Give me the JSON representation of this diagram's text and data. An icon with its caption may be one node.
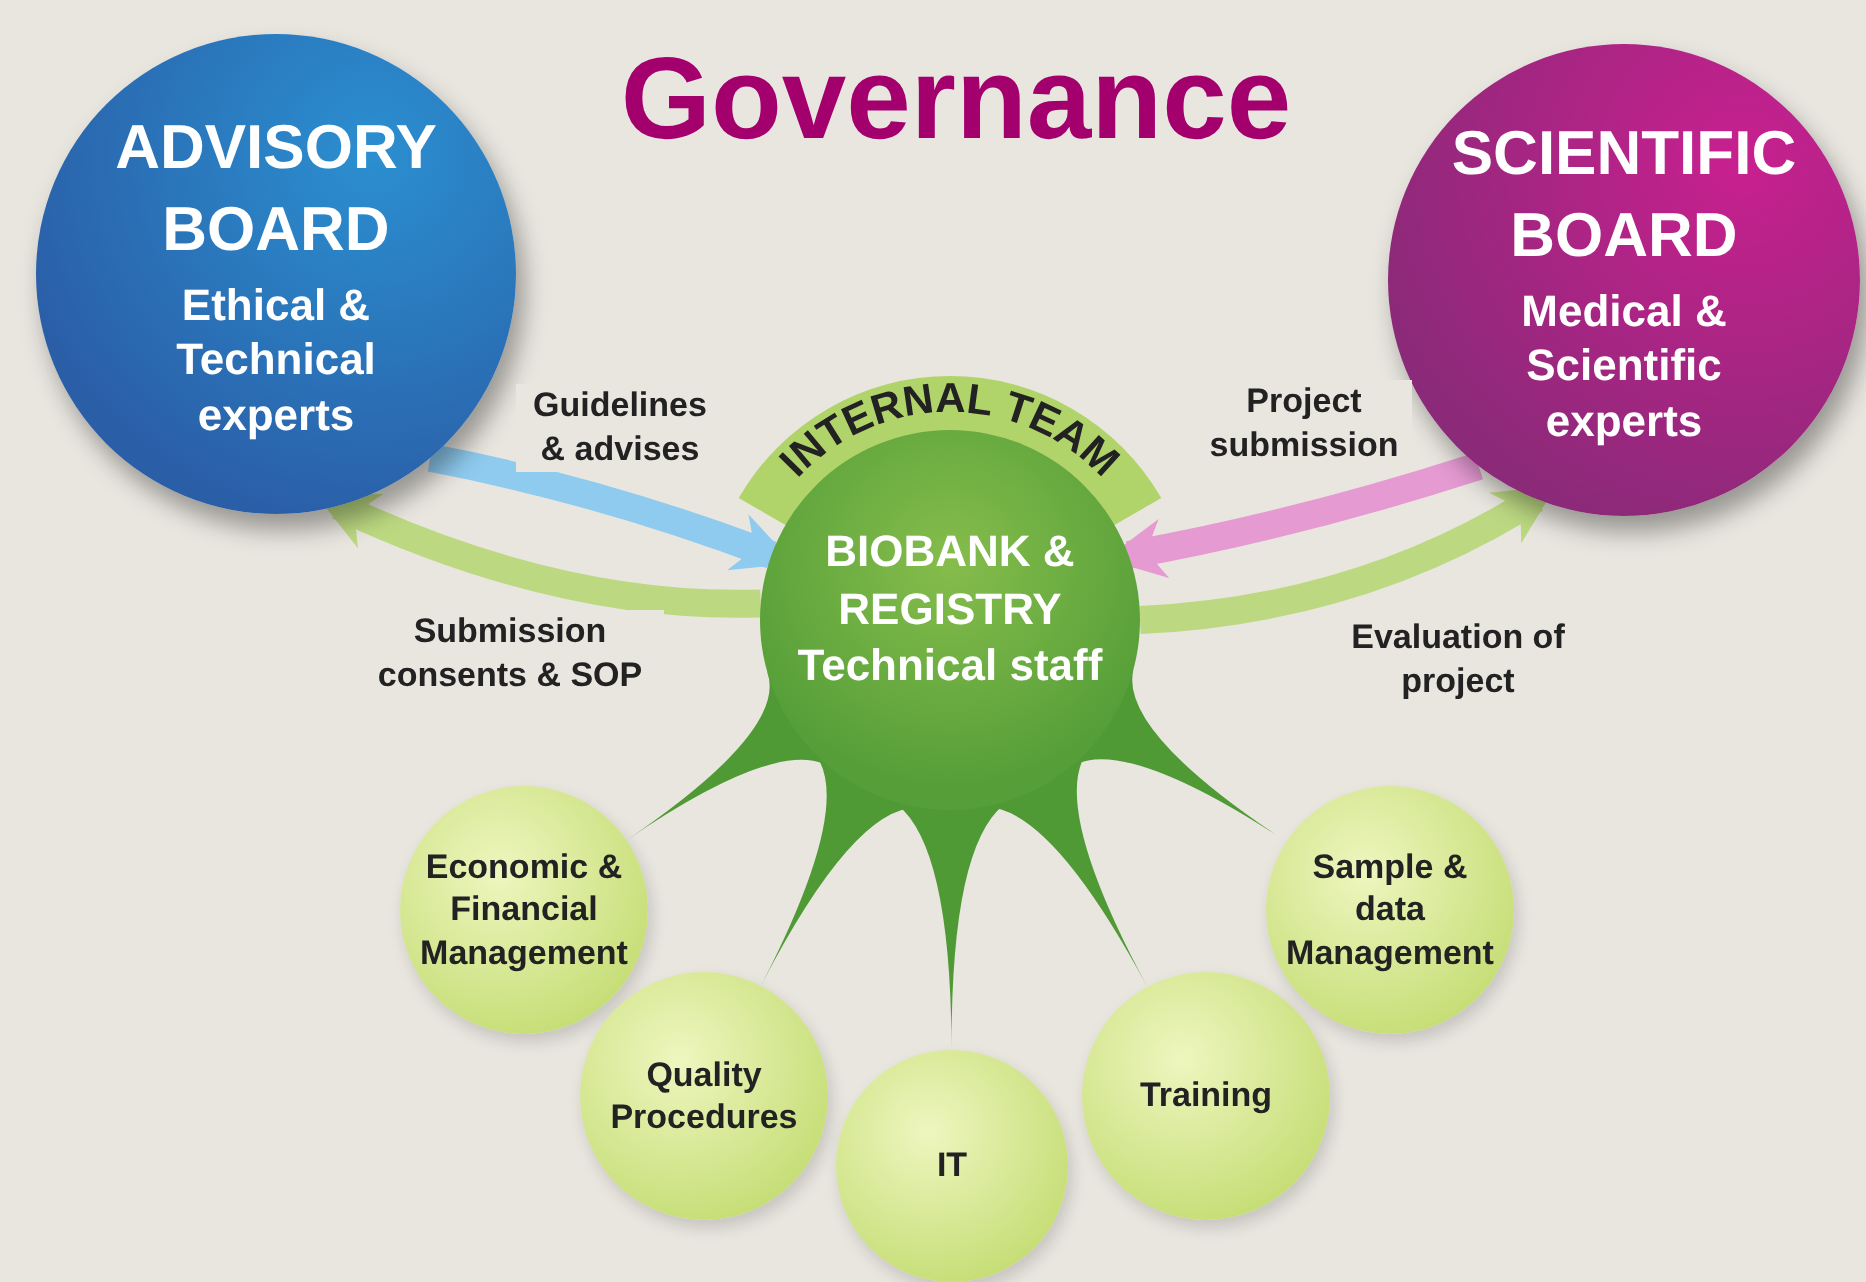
{
  "diagram": {
    "title": "Governance",
    "nodes": [
      {
        "text": [
          "ADVISORY BOARD",
          "Ethical & Technical experts"
        ]
      },
      {
        "text": [
          "SCIENTIFIC BOARD",
          "Medical & Scientific experts"
        ]
      },
      {
        "text": [
          "INTERNAL TEAM",
          "BIOBANK & REGISTRY Technical staff"
        ]
      },
      {
        "text": [
          "Economic & Financial Management"
        ]
      },
      {
        "text": [
          "Quality Procedures"
        ]
      },
      {
        "text": [
          "IT"
        ]
      },
      {
        "text": [
          "Training"
        ]
      },
      {
        "text": [
          "Sample & data Management"
        ]
      }
    ],
    "edges": [
      {
        "from": 0,
        "to": 2,
        "arrow": "to",
        "label": "Guidelines & advises",
        "color": "#8ecbef"
      },
      {
        "from": 2,
        "to": 0,
        "arrow": "to",
        "label": "Submission consents & SOP",
        "color": "#bcd982"
      },
      {
        "from": 1,
        "to": 2,
        "arrow": "to",
        "label": "Project submission",
        "color": "#e59ad2"
      },
      {
        "from": 2,
        "to": 1,
        "arrow": "to",
        "label": "Evaluation of project",
        "color": "#bcd982"
      },
      {
        "from": 2,
        "to": 3,
        "arrow": "none"
      },
      {
        "from": 2,
        "to": 4,
        "arrow": "none"
      },
      {
        "from": 2,
        "to": 5,
        "arrow": "none"
      },
      {
        "from": 2,
        "to": 6,
        "arrow": "none"
      },
      {
        "from": 2,
        "to": 7,
        "arrow": "none"
      }
    ]
  }
}
